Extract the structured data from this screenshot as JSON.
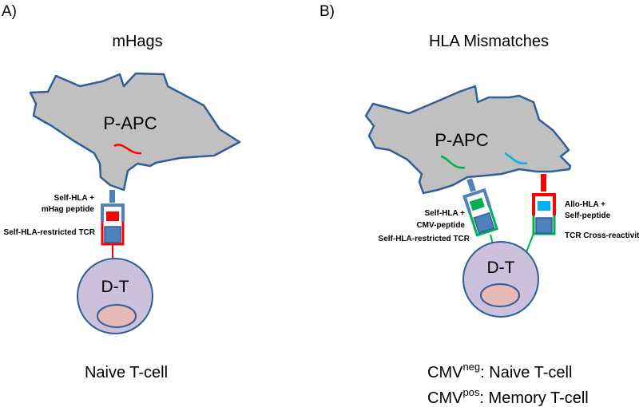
{
  "panel_a": {
    "letter": "A)",
    "title": "mHags",
    "apc_label": "P-APC",
    "dt_label": "D-T",
    "hla_label_line1": "Self-HLA +",
    "hla_label_line2": "mHag peptide",
    "tcr_label": "Self-HLA-restricted TCR",
    "caption": "Naive T-cell"
  },
  "panel_b": {
    "letter": "B)",
    "title": "HLA Mismatches",
    "apc_label": "P-APC",
    "dt_label": "D-T",
    "left_hla_line1": "Self-HLA +",
    "left_hla_line2": "CMV-peptide",
    "left_tcr_label": "Self-HLA-restricted TCR",
    "right_hla_line1": "Allo-HLA +",
    "right_hla_line2": "Self-peptide",
    "right_tcr_label": "TCR Cross-reactivity",
    "caption1_base": "CMV",
    "caption1_sup": "neg",
    "caption1_rest": ": Naive T-cell",
    "caption2_base": "CMV",
    "caption2_sup": "pos",
    "caption2_rest": ": Memory T-cell"
  },
  "colors": {
    "apc_fill": "#c0c0c0",
    "outline_blue": "#2f5f98",
    "hla_blue": "#4f81bd",
    "tcr_blue": "#4f7fc0",
    "red": "#ff0000",
    "green": "#00b050",
    "cyan": "#00b0f0",
    "cell_fill": "#ccc0da",
    "nucleus_fill": "#e6b9b8"
  }
}
